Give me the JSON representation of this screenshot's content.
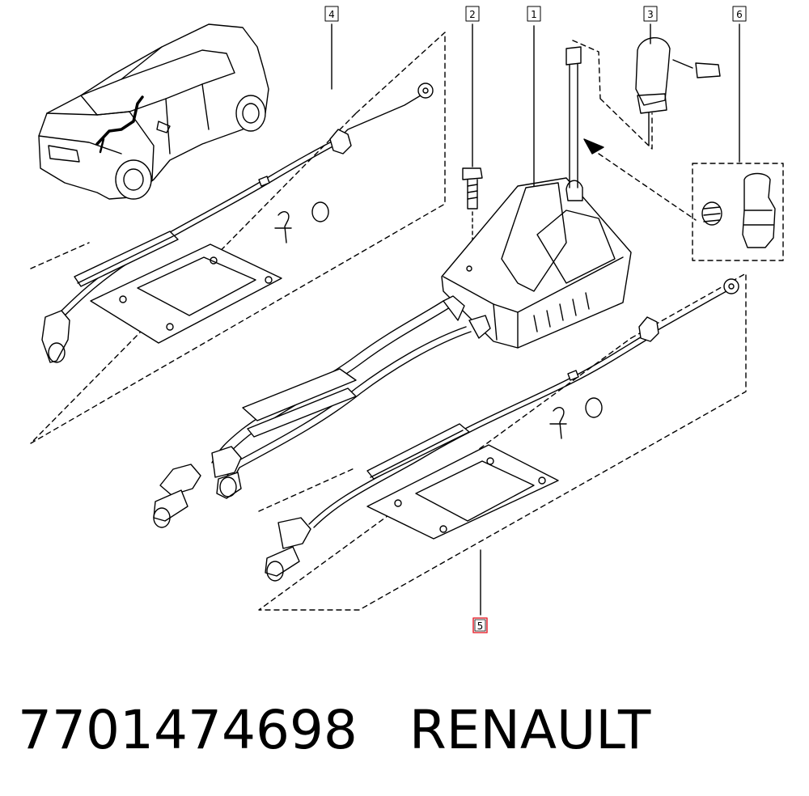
{
  "callouts": [
    {
      "id": "1",
      "label": "1"
    },
    {
      "id": "2",
      "label": "2"
    },
    {
      "id": "3",
      "label": "3"
    },
    {
      "id": "4",
      "label": "4"
    },
    {
      "id": "5",
      "label": "5",
      "highlighted": true
    },
    {
      "id": "6",
      "label": "6"
    }
  ],
  "footer": {
    "part_number": "7701474698",
    "brand": "RENAULT"
  },
  "colors": {
    "line": "#000000",
    "highlight": "#e8323c",
    "background": "#ffffff"
  }
}
